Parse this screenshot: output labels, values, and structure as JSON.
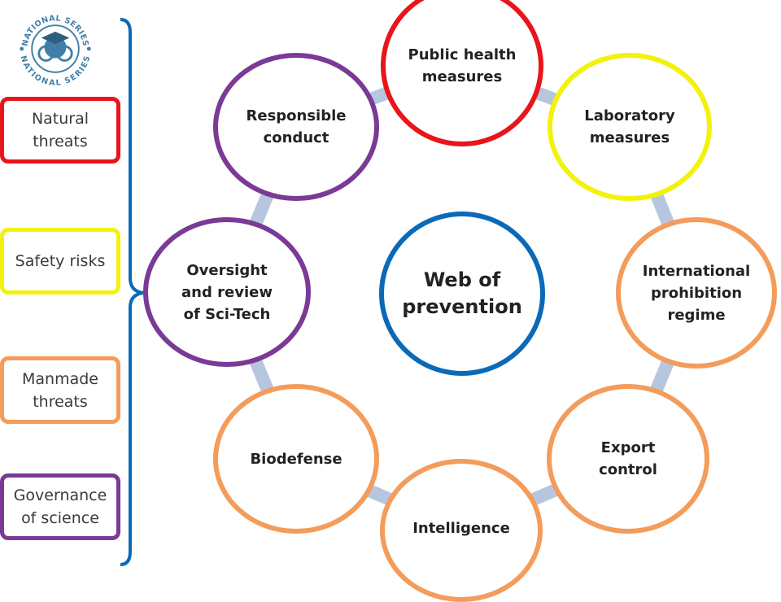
{
  "logo": {
    "top_text": "NATIONAL SERIES",
    "bottom_text": "NATIONAL SERIES",
    "color": "#3f7fa6"
  },
  "categories": [
    {
      "label": "Natural\nthreats",
      "color": "#e8151b"
    },
    {
      "label": "Safety risks",
      "color": "#f3f20a"
    },
    {
      "label": "Manmade\nthreats",
      "color": "#f39c5b"
    },
    {
      "label": "Governance\nof science",
      "color": "#7a3a96"
    }
  ],
  "center": {
    "label": "Web of\nprevention",
    "color": "#0a6ab8"
  },
  "nodes": [
    {
      "label": "Public health\nmeasures",
      "color": "#e8151b"
    },
    {
      "label": "Laboratory\nmeasures",
      "color": "#f3f20a"
    },
    {
      "label": "International\nprohibition\nregime",
      "color": "#f39c5b"
    },
    {
      "label": "Export\ncontrol",
      "color": "#f39c5b"
    },
    {
      "label": "Intelligence",
      "color": "#f39c5b"
    },
    {
      "label": "Biodefense",
      "color": "#f39c5b"
    },
    {
      "label": "Oversight\nand review\nof Sci-Tech",
      "color": "#7a3a96"
    },
    {
      "label": "Responsible\nconduct",
      "color": "#7a3a96"
    }
  ],
  "connector_color": "#b7c6df",
  "bracket_color": "#0a6ab8"
}
